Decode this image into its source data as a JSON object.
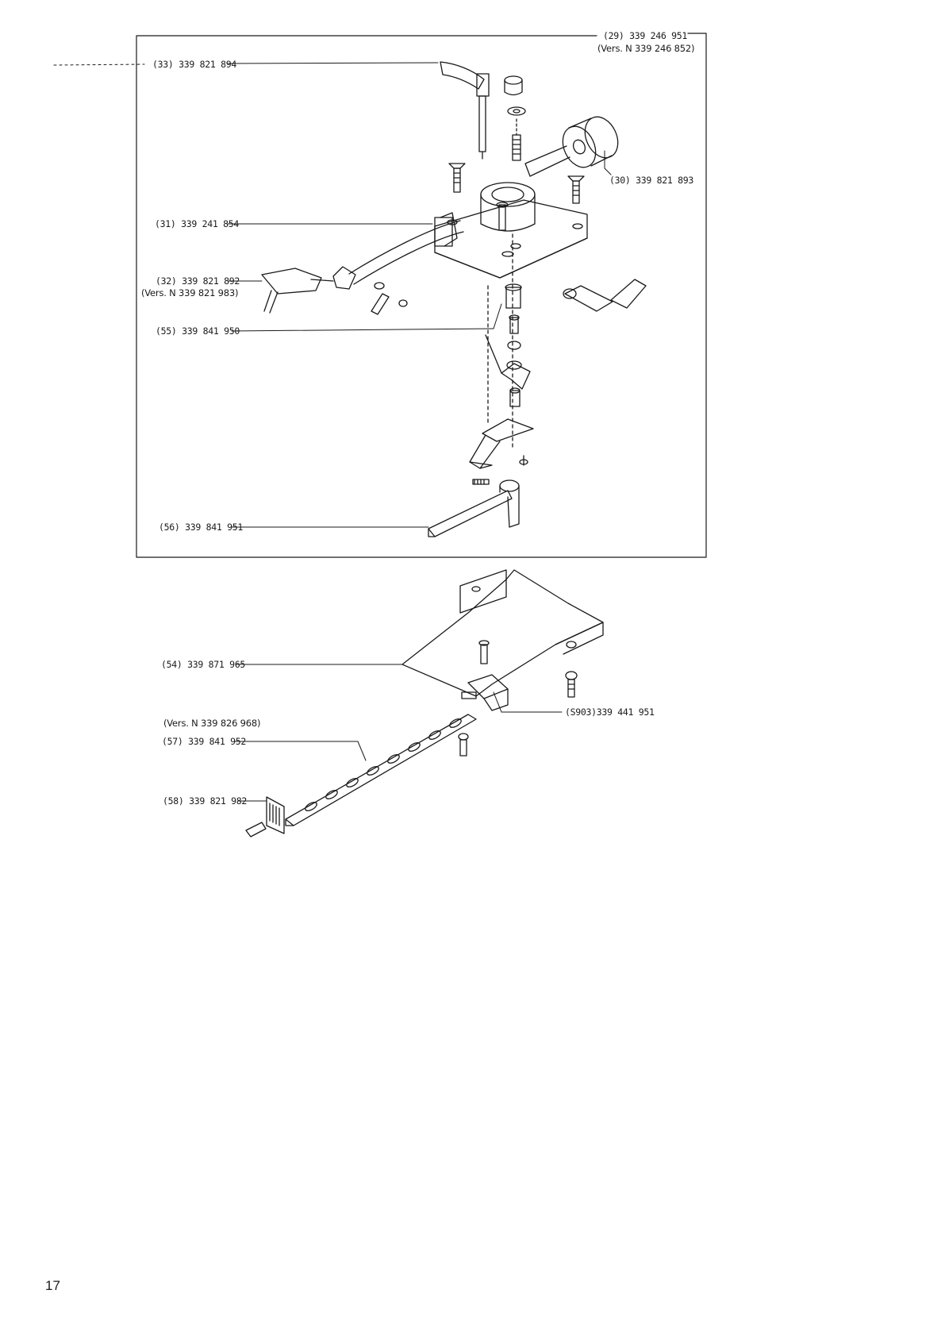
{
  "page": {
    "number": "17"
  },
  "top_group": {
    "labels": {
      "p29": "(29) 339 246 951",
      "p29_vers": "(Vers. N 339 246 852)",
      "p33": "(33) 339 821 894",
      "p30": "(30) 339 821 893",
      "p31": "(31) 339 241 854",
      "p32": "(32) 339 821 892",
      "p32_vers": "(Vers. N 339 821 983)",
      "p55": "(55) 339 841 950",
      "p56": "(56) 339 841 951"
    }
  },
  "bottom_group": {
    "labels": {
      "p54": "(54) 339 871 965",
      "s903": "(S903)339 441 951",
      "p57_vers": "(Vers. N 339 826 968)",
      "p57": "(57) 339 841 952",
      "p58": "(58) 339 821 982"
    }
  },
  "colors": {
    "ink": "#1a1a1a",
    "paper": "#ffffff"
  }
}
